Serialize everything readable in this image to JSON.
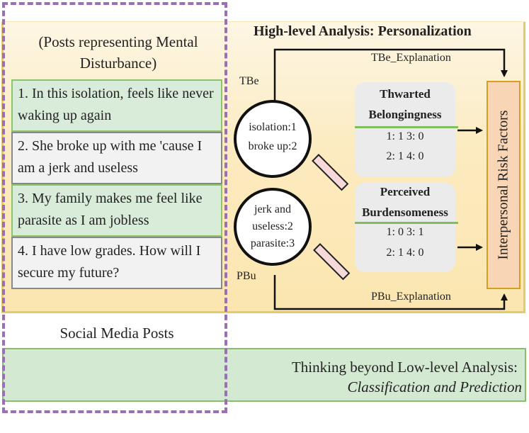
{
  "posts_heading": "(Posts representing Mental Disturbance)",
  "posts": [
    {
      "text": "1. In this isolation, feels like never waking up again",
      "style": "green"
    },
    {
      "text": "2. She broke up with me 'cause I am a jerk and useless",
      "style": "grey"
    },
    {
      "text": "3. My family makes me feel like parasite as I am jobless",
      "style": "green"
    },
    {
      "text": "4. I have low grades. How will I secure my future?",
      "style": "grey"
    }
  ],
  "social_media_label": "Social Media Posts",
  "high_level_title": "High-level Analysis: Personalization",
  "tbe": {
    "label": "TBe",
    "explanation": "TBe_Explanation",
    "lens_line1": "isolation:1",
    "lens_line2": "broke up:2"
  },
  "pbu": {
    "label": "PBu",
    "explanation": "PBu_Explanation",
    "lens_line1": "jerk and",
    "lens_line2": "useless:2",
    "lens_line3": "parasite:3"
  },
  "thwarted": {
    "title_line1": "Thwarted",
    "title_line2": "Belongingness",
    "row1": "1: 1  3: 0",
    "row2": "2: 1  4: 0"
  },
  "perceived": {
    "title_line1": "Perceived",
    "title_line2": "Burdensomeness",
    "row1": "1: 0  3: 1",
    "row2": "2: 1  4: 0"
  },
  "risk_factors": "Interpersonal Risk Factors",
  "banner_line1": "Thinking beyond Low-level Analysis:",
  "banner_line2": "Classification and Prediction",
  "colors": {
    "dashed_border": "#9a6fb6",
    "post_green_bg": "#d9ecd9",
    "post_grey_bg": "#f2f2f2",
    "panel_bg": "#fbe6b0",
    "banner_bg": "#d4e9d2",
    "risk_bg": "#f8d5b5"
  }
}
